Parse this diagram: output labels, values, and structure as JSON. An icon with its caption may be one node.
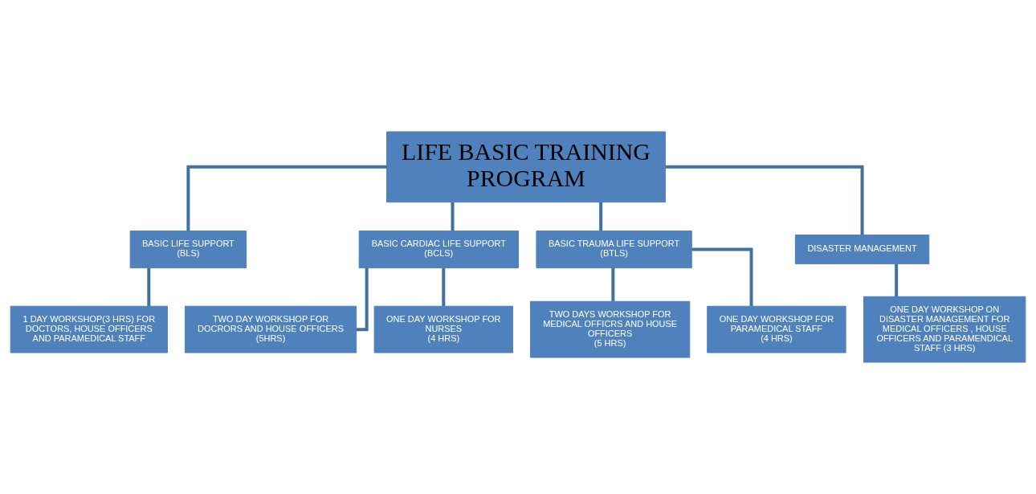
{
  "diagram": {
    "nodes": [
      {
        "text": [
          "LIFE BASIC TRAINING PROGRAM"
        ]
      },
      {
        "text": [
          "BASIC LIFE SUPPORT",
          "(BLS)"
        ]
      },
      {
        "text": [
          "BASIC CARDIAC LIFE SUPPORT",
          "(BCLS)"
        ]
      },
      {
        "text": [
          "BASIC TRAUMA LIFE SUPPORT",
          "(BTLS)"
        ]
      },
      {
        "text": [
          "DISASTER MANAGEMENT"
        ]
      },
      {
        "text": [
          "1 DAY WORKSHOP(3 HRS) FOR DOCTORS, HOUSE OFFICERS AND PARAMEDICAL STAFF"
        ]
      },
      {
        "text": [
          "TWO DAY WORKSHOP FOR DOCRORS AND HOUSE OFFICERS",
          "(5HRS)"
        ]
      },
      {
        "text": [
          "ONE DAY WORKSHOP FOR NURSES",
          "(4 HRS)"
        ]
      },
      {
        "text": [
          "TWO DAYS WORKSHOP FOR MEDICAL OFFICRS AND HOUSE OFFICERS",
          "(5 HRS)"
        ]
      },
      {
        "text": [
          "ONE DAY WORKSHOP FOR  PARAMEDICAL STAFF",
          "(4 HRS)"
        ]
      },
      {
        "text": [
          "ONE DAY WORKSHOP ON DISASTER MANAGEMENT FOR MEDICAL OFFICERS , HOUSE OFFICERS AND PARAMENDICAL STAFF (3 HRS)"
        ]
      }
    ],
    "edges": [
      {
        "from": 0,
        "to": 1,
        "arrow": "none"
      },
      {
        "from": 0,
        "to": 2,
        "arrow": "none"
      },
      {
        "from": 0,
        "to": 3,
        "arrow": "none"
      },
      {
        "from": 0,
        "to": 4,
        "arrow": "none"
      },
      {
        "from": 1,
        "to": 5,
        "arrow": "none"
      },
      {
        "from": 2,
        "to": 6,
        "arrow": "none"
      },
      {
        "from": 2,
        "to": 7,
        "arrow": "none"
      },
      {
        "from": 3,
        "to": 8,
        "arrow": "none"
      },
      {
        "from": 3,
        "to": 9,
        "arrow": "none"
      },
      {
        "from": 4,
        "to": 10,
        "arrow": "none"
      }
    ]
  }
}
